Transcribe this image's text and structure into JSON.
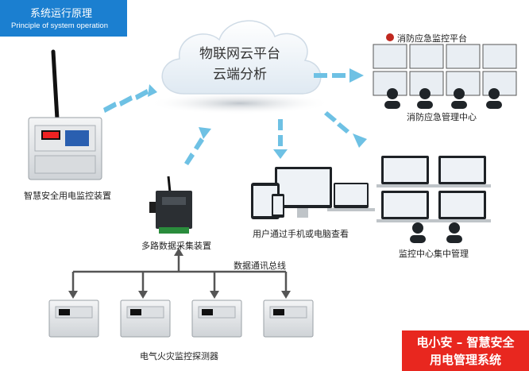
{
  "header": {
    "title_zh": "系统运行原理",
    "title_en": "Principle of system operation"
  },
  "cloud": {
    "line1": "物联网云平台",
    "line2": "云端分析"
  },
  "labels": {
    "smart_device": "智慧安全用电监控装置",
    "collector": "多路数据采集装置",
    "user_view": "用户通过手机或电脑查看",
    "fire_platform": "消防应急监控平台",
    "fire_center": "消防应急管理中心",
    "monitor_center": "监控中心集中管理",
    "bus": "数据通讯总线",
    "detector": "电气火灾监控探测器"
  },
  "brand": {
    "line1": "电小安 – 智慧安全",
    "line2": "用电管理系统"
  },
  "colors": {
    "title_bg": "#1b7fd0",
    "brand_bg": "#e8271f",
    "arrow": "#6ec1e4"
  }
}
